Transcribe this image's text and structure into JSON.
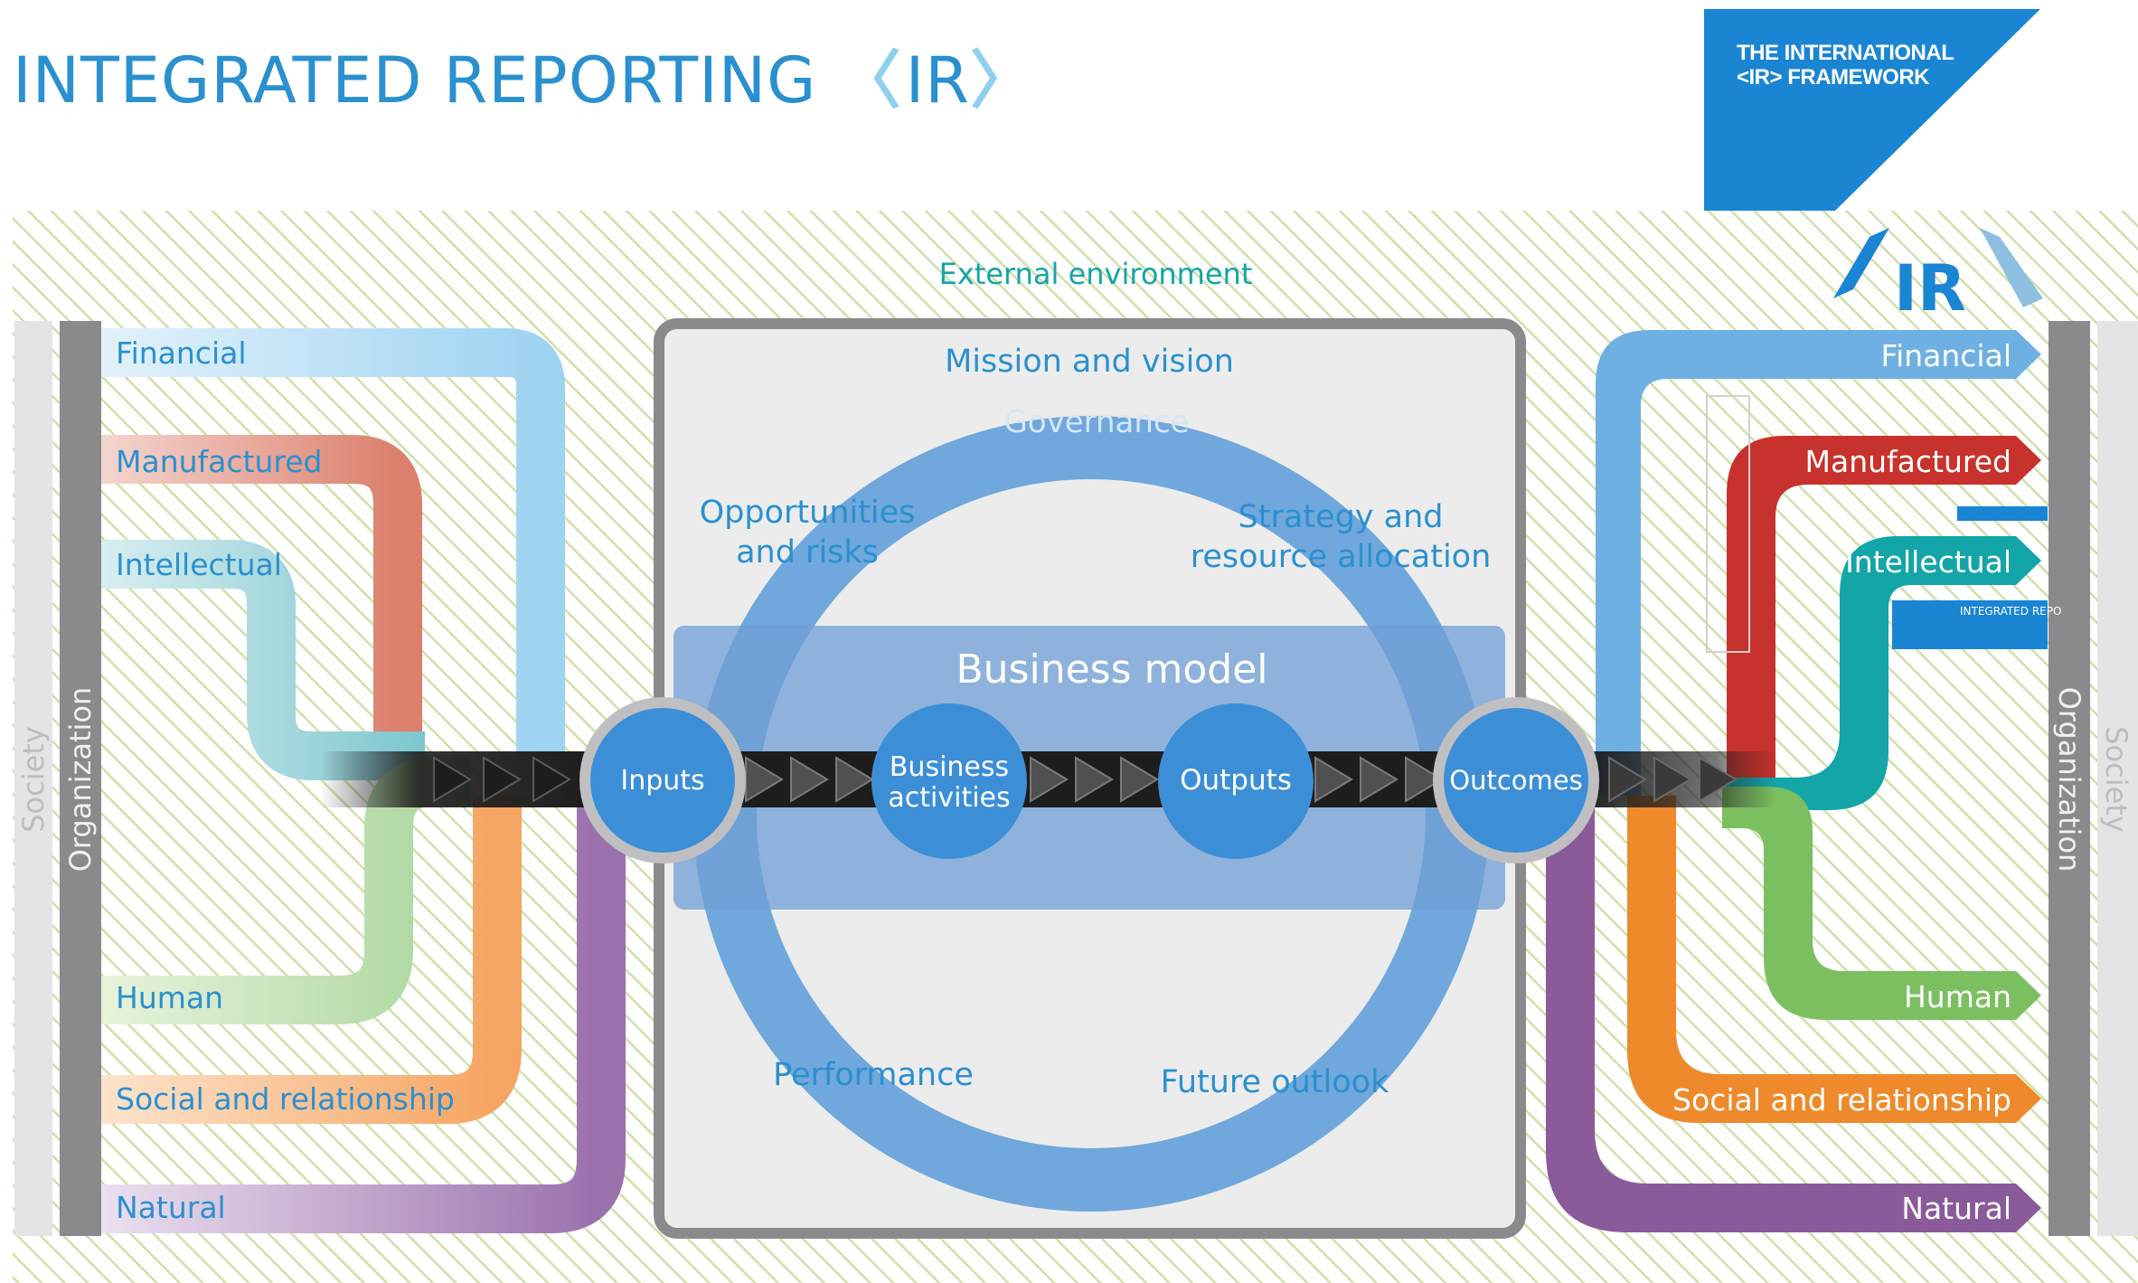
{
  "header": {
    "title": "INTEGRATED REPORTING",
    "ir_mark": "IR"
  },
  "cover": {
    "title_line1": "THE INTERNATIONAL",
    "title_line2": "<IR> FRAMEWORK",
    "logo_text": "IR",
    "strip_text": "INTEGRATED REPO"
  },
  "diagram": {
    "external_environment": "External environment",
    "left": {
      "society": "Society",
      "organization": "Organization",
      "capitals": [
        "Financial",
        "Manufactured",
        "Intellectual",
        "Human",
        "Social and relationship",
        "Natural"
      ]
    },
    "right": {
      "society": "Society",
      "organization": "Organization",
      "capitals": [
        "Financial",
        "Manufactured",
        "Intellectual",
        "Human",
        "Social and relationship",
        "Natural"
      ]
    },
    "center": {
      "mission": "Mission and vision",
      "governance": "Governance",
      "opportunities": [
        "Opportunities",
        "and risks"
      ],
      "strategy": [
        "Strategy and",
        "resource allocation"
      ],
      "business_model": "Business model",
      "performance": "Performance",
      "future_outlook": "Future outlook",
      "nodes": {
        "inputs": "Inputs",
        "business_activities": [
          "Business",
          "activities"
        ],
        "outputs": "Outputs",
        "outcomes": "Outcomes"
      }
    }
  },
  "colors": {
    "title_blue": "#2a90cf",
    "financial": "#6fb0e2",
    "manufactured": "#c8322c",
    "intellectual": "#13a5a8",
    "human": "#7cbf60",
    "social": "#ee8a2b",
    "natural": "#8a5a9a",
    "hatch": "#cfe0a8",
    "center_circle": "#5b9bd9",
    "bar_gray": "#8a8a8c"
  }
}
